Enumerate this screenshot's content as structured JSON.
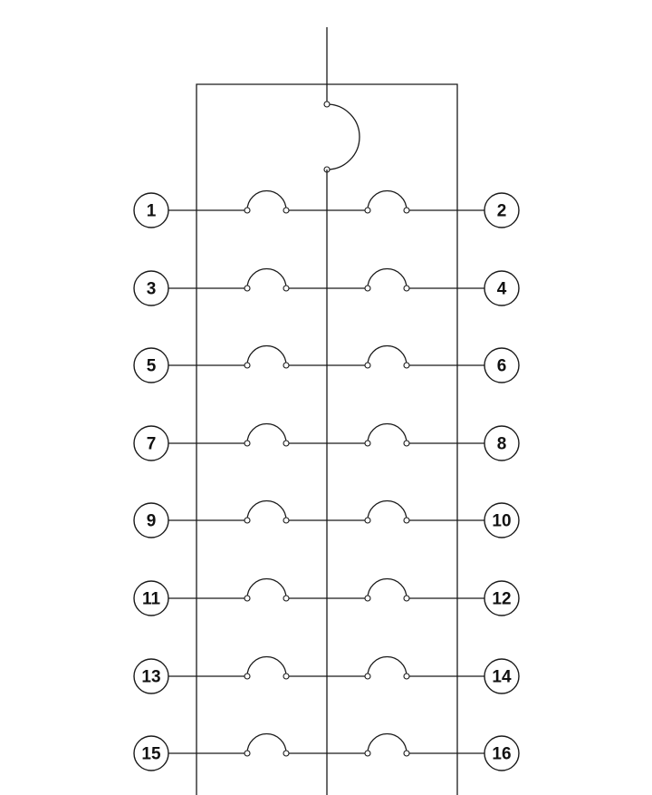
{
  "diagram": {
    "rows": [
      {
        "left": "1",
        "right": "2"
      },
      {
        "left": "3",
        "right": "4"
      },
      {
        "left": "5",
        "right": "6"
      },
      {
        "left": "7",
        "right": "8"
      },
      {
        "left": "9",
        "right": "10"
      },
      {
        "left": "11",
        "right": "12"
      },
      {
        "left": "13",
        "right": "14"
      },
      {
        "left": "15",
        "right": "16"
      }
    ]
  }
}
